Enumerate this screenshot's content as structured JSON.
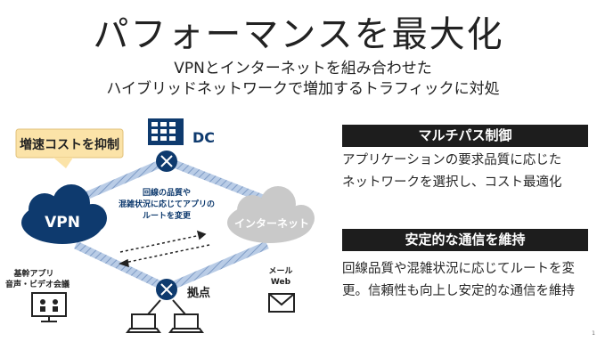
{
  "slide": {
    "title": "パフォーマンスを最大化",
    "subtitle_line1": "VPNとインターネットを組み合わせた",
    "subtitle_line2": "ハイブリッドネットワークで増加するトラフィックに対処",
    "page_number": "1"
  },
  "diagram": {
    "callout": "増速コストを抑制",
    "dc_label": "DC",
    "vpn_label": "VPN",
    "internet_label": "インターネット",
    "route_text_1": "回線の品質や",
    "route_text_2": "混雑状況に応じてアプリの",
    "route_text_3": "ルートを変更",
    "core_apps_1": "基幹アプリ",
    "core_apps_2": "音声・ビデオ会議",
    "mail_1": "メール",
    "mail_2": "Web",
    "branch_label": "拠点",
    "colors": {
      "dark_blue": "#0e3a6e",
      "gray_cloud": "#c9c9c9",
      "callout_bg": "#fbe3a8",
      "pipe": "#9fb8d8"
    }
  },
  "features": [
    {
      "heading": "マルチパス制御",
      "line1": "アプリケーションの要求品質に応じた",
      "line2": "ネットワークを選択し、コスト最適化"
    },
    {
      "heading": "安定的な通信を維持",
      "line1": "回線品質や混雑状況に応じてルートを変",
      "line2": "更。信頼性も向上し安定的な通信を維持"
    }
  ]
}
